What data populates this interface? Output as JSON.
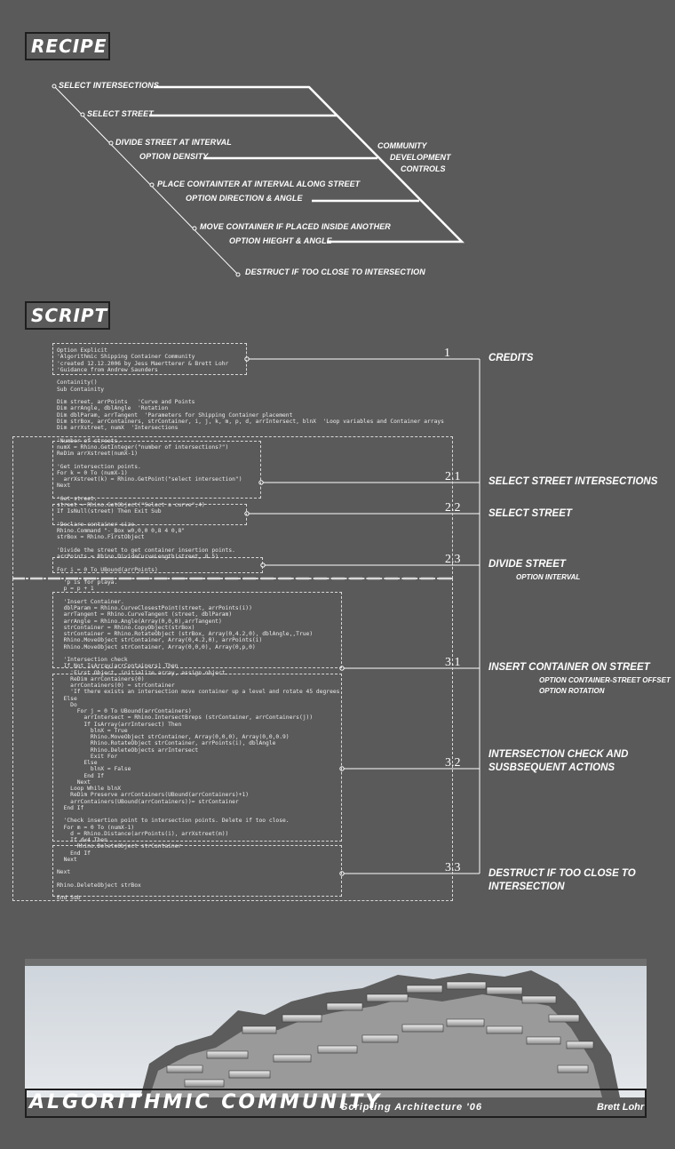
{
  "recipe": {
    "title": "RECIPE",
    "steps": [
      "SELECT INTERSECTIONS",
      "SELECT STREET",
      "DIVIDE STREET AT INTERVAL",
      "OPTION DENSITY",
      "PLACE CONTAINTER AT INTERVAL ALONG STREET",
      "OPTION DIRECTION & ANGLE",
      "MOVE CONTAINER IF PLACED INSIDE ANOTHER",
      "OPTION HIEGHT & ANGLE",
      "DESTRUCT IF TOO CLOSE TO INTERSECTION"
    ],
    "controls": [
      "COMMUNITY",
      "DEVELOPMENT",
      "CONTROLS"
    ]
  },
  "script": {
    "title": "SCRIPT",
    "code": [
      "Option Explicit",
      "'Algorithmic Shipping Container Community",
      "'created 12.12.2006 by Jess Maertterer & Brett Lohr",
      "'Guidance from Andrew Saunders",
      "",
      "Containity()",
      "Sub Containity",
      "",
      "Dim street, arrPoints   'Curve and Points",
      "Dim arrAngle, dblAngle  'Rotation",
      "Dim dblParam, arrTangent  'Parameters for Shipping Container placement",
      "Dim strBox, arrContainers, strContainer, i, j, k, m, p, d, arrIntersect, blnX  'Loop variables and Container arrays",
      "Dim arrXstreet, numX  'Intersections",
      "",
      "'Number of streets.",
      "numX = Rhino.GetInteger(\"number of intersections?\")",
      "ReDim arrXstreet(numX-1)",
      "",
      "'Get intersection points.",
      "For k = 0 To (numX-1)",
      "  arrXstreet(k) = Rhino.GetPoint(\"select intersection\")",
      "Next",
      "",
      "'Get street.",
      "street = Rhino.GetObject(\"Select a curve\",4)",
      "If IsNull(street) Then Exit Sub",
      "",
      "'Declare container size.",
      "Rhino.Command \"-_Box w0,0,0 0,8 4 0,8\"",
      "strBox = Rhino.FirstObject",
      "",
      "'Divide the street to get container insertion points.",
      "arrPoints = Rhino.DivideCurveLength(street, 8.5)",
      "",
      "For i = 0 To UBound(arrPoints)",
      "",
      "  'p is for playa.",
      "  p = p + 1",
      "",
      "  'Insert Container.",
      "  dblParam = Rhino.CurveClosestPoint(street, arrPoints(i))",
      "  arrTangent = Rhino.CurveTangent (street, dblParam)",
      "  arrAngle = Rhino.Angle(Array(0,0,0),arrTangent)",
      "  strContainer = Rhino.CopyObject(strBox)",
      "  strContainer = Rhino.RotateObject (strBox, Array(0,4.2,0), dblAngle,,True)",
      "  Rhino.MoveObject strContainer, Array(0,4.2,0), arrPoints(i)",
      "  Rhino.MoveObject strContainer, Array(0,0,0), Array(0,p,0)",
      "",
      "  'Intersection check",
      "  If Not IsArray(arrContainers) Then",
      "    'First Object, initialize array, assign object.",
      "    ReDim arrContainers(0)",
      "    arrContainers(0) = strContainer",
      "    'If there exists an intersection move container up a level and rotate 45 degrees.",
      "  Else",
      "    Do",
      "      For j = 0 To UBound(arrContainers)",
      "        arrIntersect = Rhino.IntersectBreps (strContainer, arrContainers(j))",
      "        If IsArray(arrIntersect) Then",
      "          blnX = True",
      "          Rhino.MoveObject strContainer, Array(0,0,0), Array(0,0,0.9)",
      "          Rhino.RotateObject strContainer, arrPoints(i), dblAngle",
      "          Rhino.DeleteObjects arrIntersect",
      "          Exit For",
      "        Else",
      "          blnX = False",
      "        End If",
      "      Next",
      "    Loop While blnX",
      "    ReDim Preserve arrContainers(UBound(arrContainers)+1)",
      "    arrContainers(UBound(arrContainers))= strContainer",
      "  End If",
      "",
      "  'Check insertion point to intersection points. Delete if too close.",
      "  For m = 0 To (numX-1)",
      "    d = Rhino.Distance(arrPoints(i), arrXstreet(m))",
      "    If d<4 Then",
      "      Rhino.DeleteObject strContainer",
      "    End If",
      "  Next",
      "",
      "Next",
      "",
      "Rhino.DeleteObject strBox",
      "",
      "End Sub"
    ],
    "sections": [
      {
        "num": "1",
        "label": "CREDITS",
        "options": []
      },
      {
        "num": "2.1",
        "label": "SELECT STREET INTERSECTIONS",
        "options": []
      },
      {
        "num": "2.2",
        "label": "SELECT STREET",
        "options": []
      },
      {
        "num": "2.3",
        "label": "DIVIDE STREET",
        "options": [
          "OPTION INTERVAL"
        ]
      },
      {
        "num": "3.1",
        "label": "INSERT CONTAINER ON STREET",
        "options": [
          "OPTION CONTAINER-STREET OFFSET",
          "OPTION ROTATION"
        ]
      },
      {
        "num": "3.2",
        "label": "INTERSECTION CHECK AND",
        "label2": "SUSBSEQUENT ACTIONS",
        "options": []
      },
      {
        "num": "3.3",
        "label": "DESTRUCT IF TOO CLOSE TO",
        "label2": "INTERSECTION",
        "options": []
      }
    ]
  },
  "footer": {
    "title": "ALGORITHMIC COMMUNITY",
    "subtitle": "Scripting Architecture '06",
    "author": "Brett Lohr"
  },
  "colors": {
    "background": "#5a5a5a",
    "line": "#ffffff",
    "frame": "#1e1e1e"
  }
}
